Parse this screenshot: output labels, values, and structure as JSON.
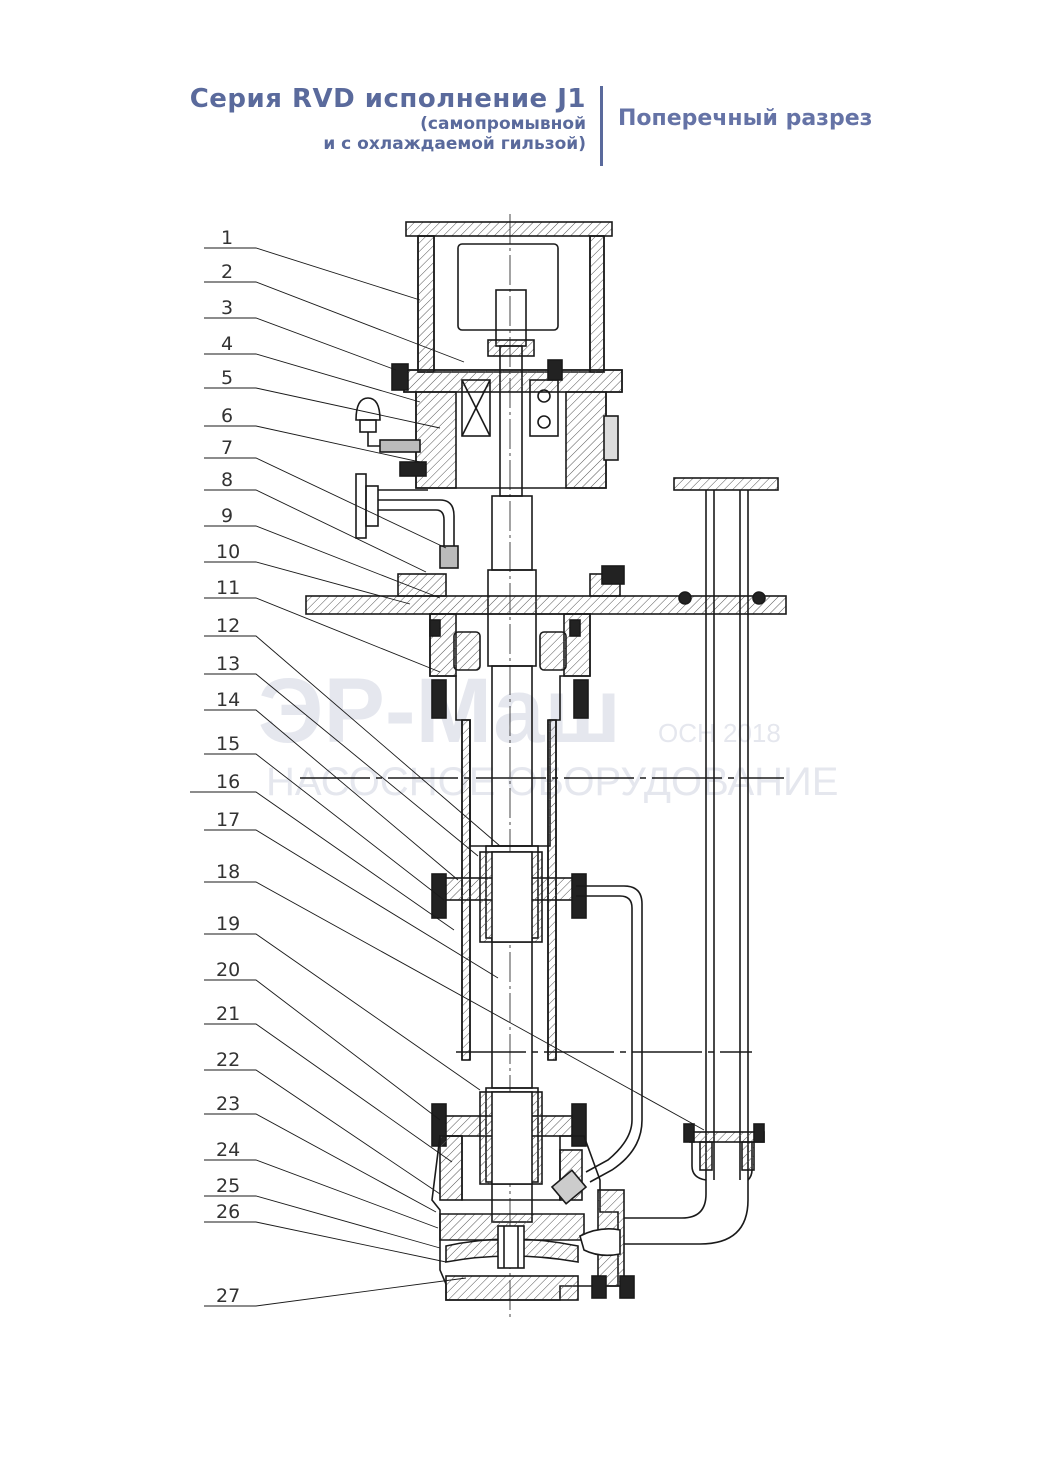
{
  "header": {
    "title_line1": "Серия RVD исполнение J1",
    "title_line2": "(самопромывной",
    "title_line3": "и с охлаждаемой гильзой)",
    "section_title": "Поперечный разрез"
  },
  "watermark": {
    "line1": "ЭР-Маш",
    "line1_suffix": "ОСН 2018",
    "line2": "НАСОСНОЕ ОБОРУДОВАНИЕ"
  },
  "part_labels": [
    "1",
    "2",
    "3",
    "4",
    "5",
    "6",
    "7",
    "8",
    "9",
    "10",
    "11",
    "12",
    "13",
    "14",
    "15",
    "16",
    "17",
    "18",
    "19",
    "20",
    "21",
    "22",
    "23",
    "24",
    "25",
    "26",
    "27"
  ],
  "colors": {
    "accent": "#5a6a9c",
    "line": "#1a1a1a",
    "hatch": "#444444",
    "watermark": "#e6e8ee"
  }
}
